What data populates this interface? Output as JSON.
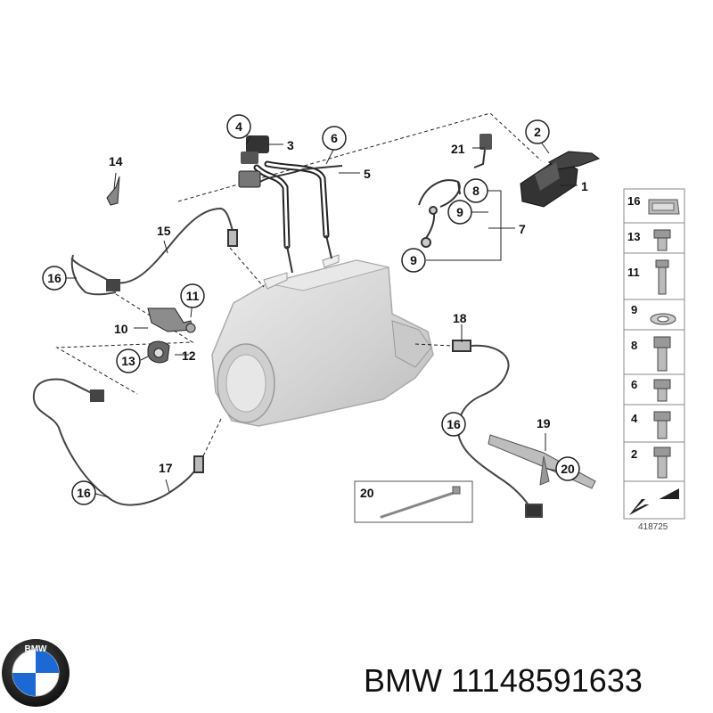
{
  "callouts": {
    "c1": "1",
    "c2": "2",
    "c3": "3",
    "c4": "4",
    "c5": "5",
    "c6": "6",
    "c7": "7",
    "c8": "8",
    "c9a": "9",
    "c9b": "9",
    "c10": "10",
    "c11": "11",
    "c12": "12",
    "c13": "13",
    "c14": "14",
    "c15": "15",
    "c16a": "16",
    "c16b": "16",
    "c16c": "16",
    "c17": "17",
    "c18": "18",
    "c19": "19",
    "c20a": "20",
    "c21": "21"
  },
  "detail_box": {
    "label": "20"
  },
  "legend": {
    "items": [
      "16",
      "13",
      "11",
      "9",
      "8",
      "6",
      "4",
      "2"
    ]
  },
  "image_number": "418725",
  "brand": {
    "logo_letters": "BMW",
    "caption": "BMW 11148591633"
  },
  "colors": {
    "line": "#222222",
    "filter_body": "#d9d9d9",
    "logo_blue": "#1c69d4"
  }
}
